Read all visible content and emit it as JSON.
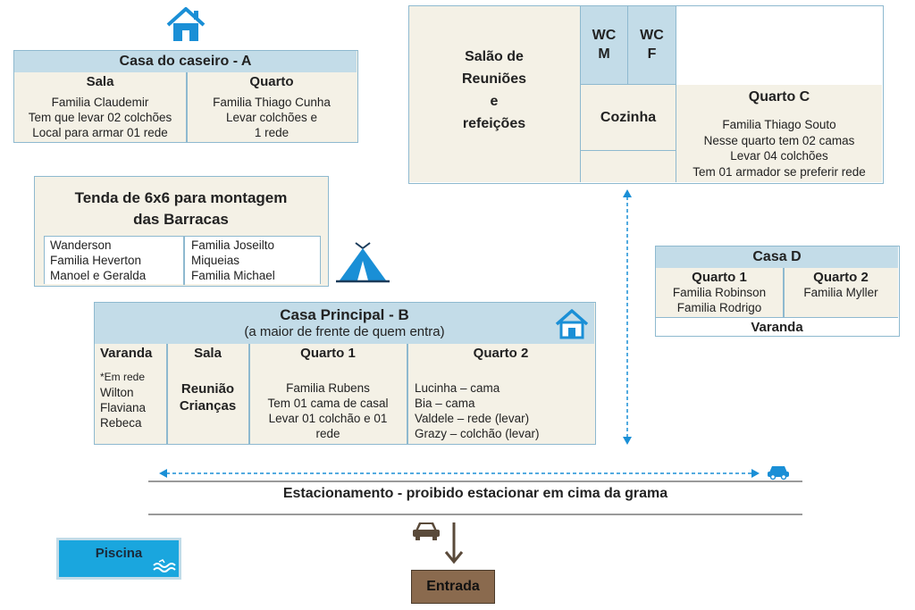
{
  "casa_caseiro": {
    "title": "Casa do caseiro - A",
    "sala": {
      "header": "Sala",
      "lines": [
        "Familia Claudemir",
        "Tem que levar 02 colchões",
        "Local para armar 01 rede"
      ]
    },
    "quarto": {
      "header": "Quarto",
      "lines": [
        "Familia Thiago Cunha",
        "Levar colchões e",
        "1 rede"
      ]
    }
  },
  "tenda": {
    "title_line1": "Tenda de 6x6 para montagem",
    "title_line2": "das Barracas",
    "col1": [
      "Wanderson",
      "Familia Heverton",
      "Manoel e Geralda"
    ],
    "col2": [
      "Familia Joseilto",
      "Miqueias",
      "Familia Michael"
    ]
  },
  "casa_principal": {
    "title": "Casa Principal - B",
    "subtitle": "(a maior de frente de quem entra)",
    "varanda": {
      "header": "Varanda",
      "note": "*Em rede",
      "lines": [
        "Wilton",
        "Flaviana",
        "Rebeca"
      ]
    },
    "sala": {
      "header": "Sala",
      "lines": [
        "Reunião",
        "Crianças"
      ]
    },
    "quarto1": {
      "header": "Quarto 1",
      "lines": [
        "Familia Rubens",
        "Tem 01 cama de casal",
        "Levar 01 colchão e 01",
        "rede"
      ]
    },
    "quarto2": {
      "header": "Quarto 2",
      "lines": [
        "Lucinha – cama",
        "Bia – cama",
        "Valdele – rede (levar)",
        "Grazy – colchão (levar)"
      ]
    }
  },
  "predio_c": {
    "salao": [
      "Salão de",
      "Reuniões",
      "e",
      "refeições"
    ],
    "wc_m": [
      "WC",
      "M"
    ],
    "wc_f": [
      "WC",
      "F"
    ],
    "cozinha": "Cozinha",
    "quarto_c": {
      "header": "Quarto C",
      "lines": [
        "Familia Thiago Souto",
        "Nesse quarto tem 02 camas",
        "Levar 04 colchões",
        "Tem 01 armador se preferir rede"
      ]
    }
  },
  "casa_d": {
    "title": "Casa D",
    "quarto1": {
      "header": "Quarto 1",
      "lines": [
        "Familia Robinson",
        "Familia Rodrigo"
      ]
    },
    "quarto2": {
      "header": "Quarto 2",
      "lines": [
        "Familia Myller"
      ]
    },
    "varanda": "Varanda"
  },
  "estacionamento": "Estacionamento - proibido estacionar em cima da grama",
  "piscina": "Piscina",
  "entrada": "Entrada",
  "colors": {
    "box_bg": "#f4f1e6",
    "header_bg": "#c3dce8",
    "border": "#8eb9cf",
    "accent": "#1a8fd6",
    "entrada_bg": "#8a6a4e",
    "piscina_bg": "#1aa6de"
  },
  "icons": [
    "house-icon",
    "tent-icon",
    "car-icon",
    "arrow-down-icon",
    "water-icon"
  ]
}
